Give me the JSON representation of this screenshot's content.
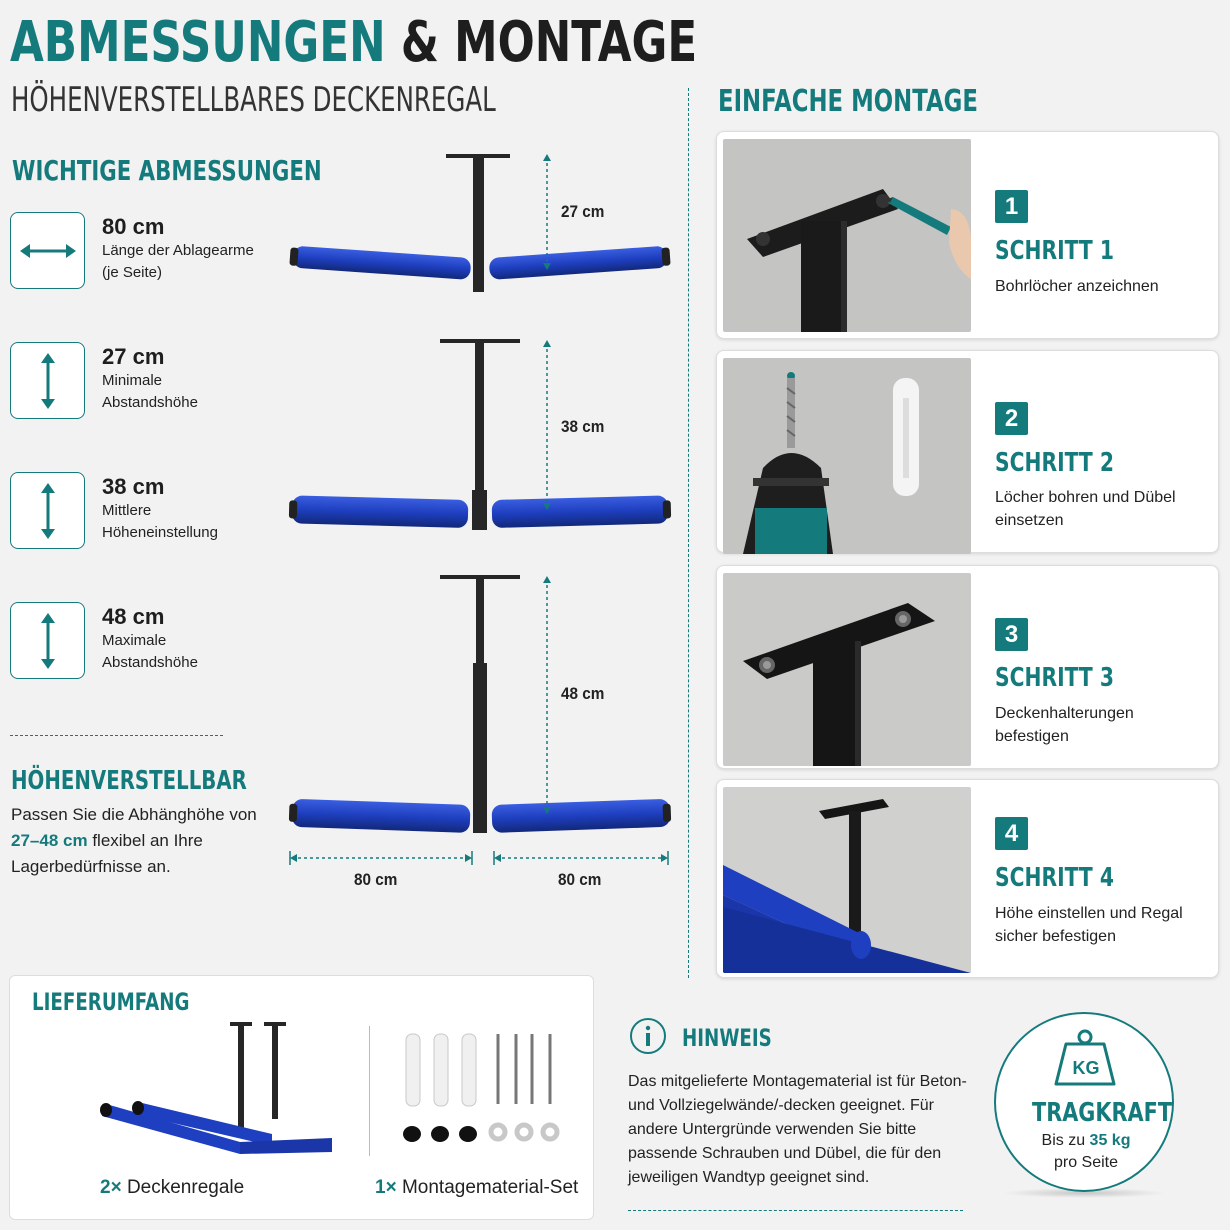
{
  "header": {
    "title_part1": "ABMESSUNGEN",
    "title_part2": "& MONTAGE",
    "subtitle": "HÖHENVERSTELLBARES DECKENREGAL"
  },
  "dimensions": {
    "heading": "WICHTIGE ABMESSUNGEN",
    "items": [
      {
        "icon": "horizontal-arrow-icon",
        "value": "80 cm",
        "line1": "Länge der Ablagearme",
        "line2": "(je Seite)"
      },
      {
        "icon": "vertical-arrow-icon",
        "value": "27 cm",
        "line1": "Minimale",
        "line2": "Abstandshöhe"
      },
      {
        "icon": "vertical-arrow-icon",
        "value": "38 cm",
        "line1": "Mittlere",
        "line2": "Höheneinstellung"
      },
      {
        "icon": "vertical-arrow-icon",
        "value": "48 cm",
        "line1": "Maximale",
        "line2": "Abstandshöhe"
      }
    ]
  },
  "diagram": {
    "height_min": "27 cm",
    "height_mid": "38 cm",
    "height_max": "48 cm",
    "arm_left": "80 cm",
    "arm_right": "80 cm"
  },
  "adjustable": {
    "heading": "HÖHENVERSTELLBAR",
    "text_before": "Passen Sie die Abhänghöhe von",
    "range": "27–48 cm",
    "text_after": "flexibel an Ihre Lagerbedürfnisse an."
  },
  "mounting": {
    "heading": "EINFACHE MONTAGE",
    "steps": [
      {
        "number": "1",
        "title": "SCHRITT 1",
        "desc": "Bohrlöcher anzeichnen"
      },
      {
        "number": "2",
        "title": "SCHRITT 2",
        "desc": "Löcher bohren und Dübel einsetzen"
      },
      {
        "number": "3",
        "title": "SCHRITT 3",
        "desc": "Deckenhalterungen befestigen"
      },
      {
        "number": "4",
        "title": "SCHRITT 4",
        "desc": "Höhe einstellen und Regal sicher befestigen"
      }
    ]
  },
  "scope": {
    "heading": "LIEFERUMFANG",
    "item1_qty": "2×",
    "item1_label": "Deckenregale",
    "item2_qty": "1×",
    "item2_label": "Montagematerial-Set"
  },
  "note": {
    "heading": "HINWEIS",
    "text": "Das mitgelieferte Montagematerial ist für Beton- und Vollziegelwände/-decken geeignet. Für andere Untergründe verwenden Sie bitte passende Schrauben und Dübel, die für den jeweiligen Wandtyp geeignet sind."
  },
  "load": {
    "badge": "KG",
    "heading": "TRAGKRAFT",
    "prefix": "Bis zu",
    "value": "35 kg",
    "suffix": "pro Seite"
  },
  "colors": {
    "accent": "#157a7c",
    "foam": "#1e3fbf",
    "steel": "#262626",
    "background": "#f2f2f2"
  }
}
